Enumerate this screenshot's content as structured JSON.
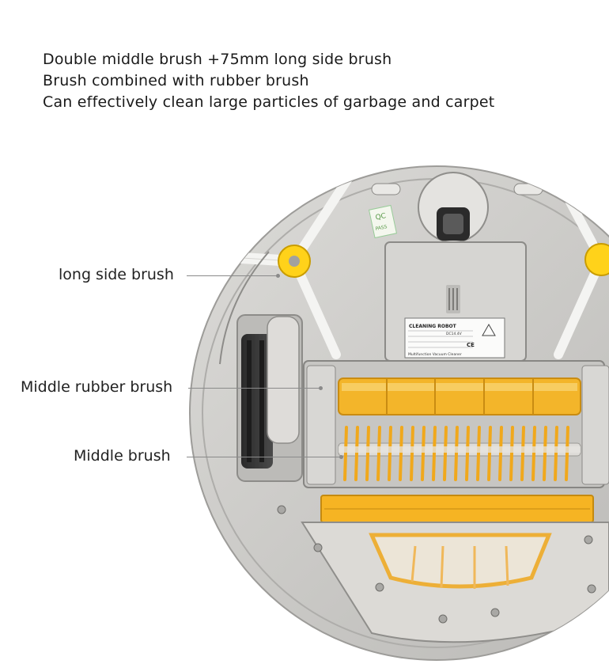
{
  "headline": {
    "line1": "Double middle brush +75mm long side brush",
    "line2": "Brush combined with rubber brush",
    "line3": "Can effectively clean large particles of garbage and carpet"
  },
  "callouts": {
    "side_brush": "long side brush",
    "rubber_brush": "Middle rubber brush",
    "middle_brush": "Middle brush"
  },
  "sticker": {
    "title": "CLEANING ROBOT",
    "footer": "Multifunction Vacuum Cleaner",
    "volt": "DC14.4V",
    "ce": "CE"
  },
  "qc": {
    "line1": "QC",
    "line2": "PASS"
  },
  "colors": {
    "body": "#c9c8c6",
    "plate": "#d6d5d2",
    "brush": "#f0a81c",
    "rubber": "#f3b52a",
    "axle": "#ffd21a"
  }
}
